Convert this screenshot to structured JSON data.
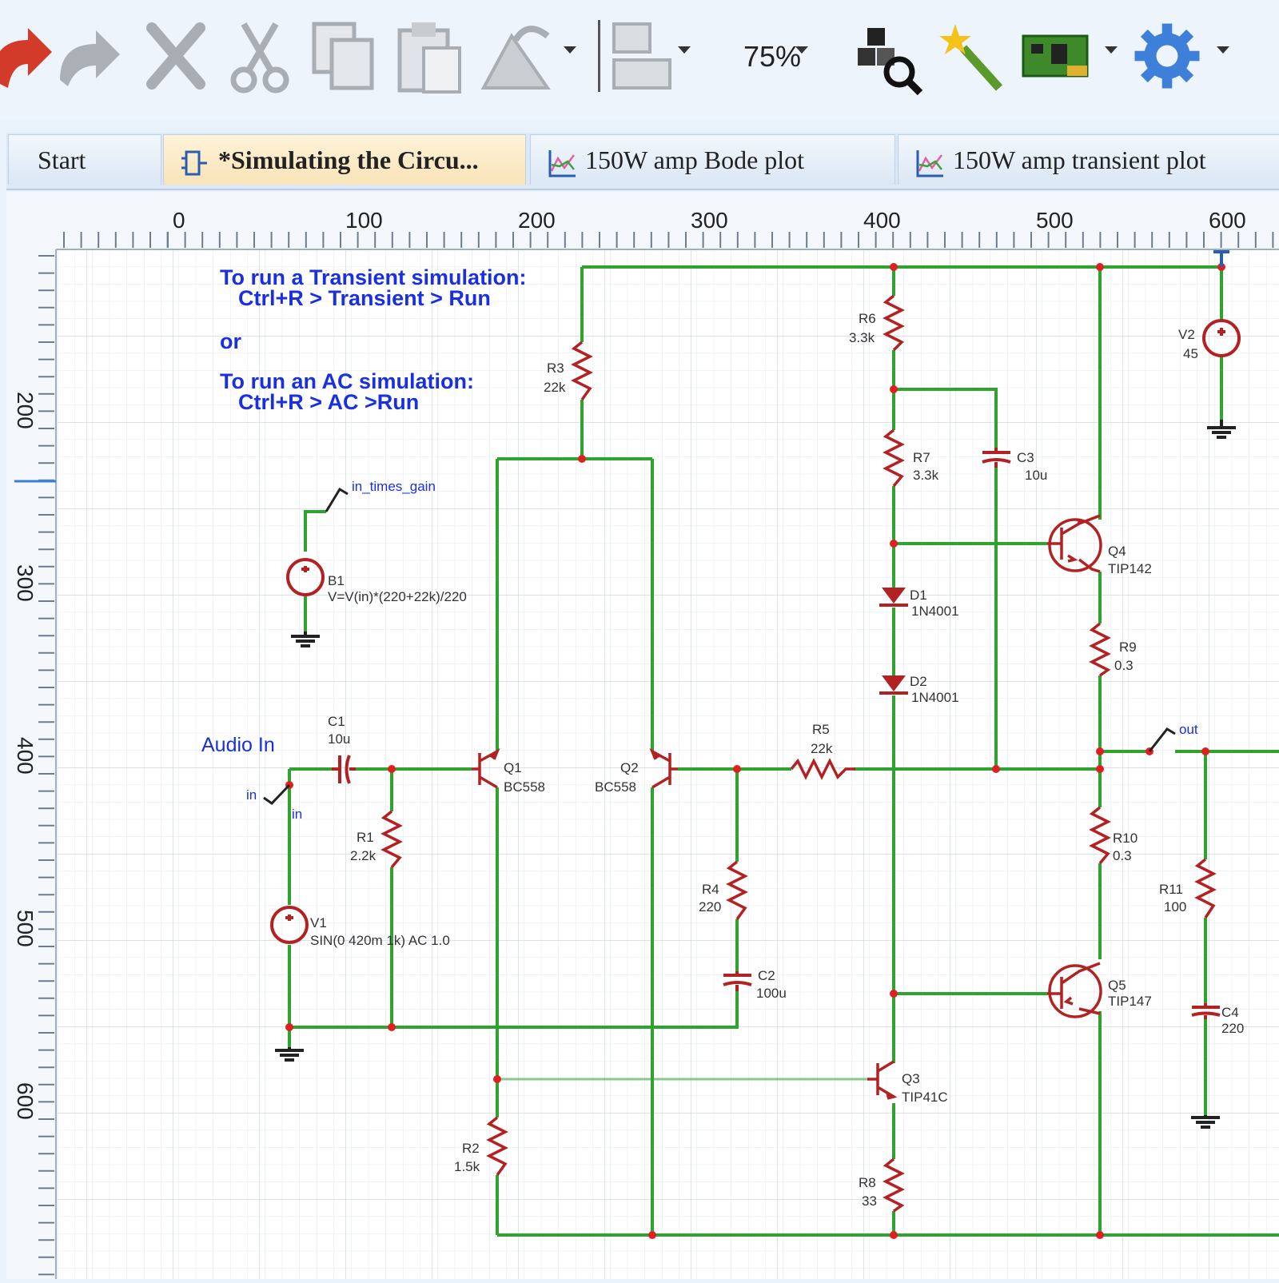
{
  "toolbar": {
    "zoom_label": "75%",
    "icons": [
      "redo-icon",
      "redo-alt-icon",
      "delete-icon",
      "cut-icon",
      "copy-icon",
      "paste-icon",
      "erase-icon",
      "align-icon",
      "component-search-icon",
      "wizard-icon",
      "pcb-icon",
      "settings-icon"
    ]
  },
  "tabs": [
    {
      "label": "Start"
    },
    {
      "label": "*Simulating the Circu..."
    },
    {
      "label": "150W amp Bode plot"
    },
    {
      "label": "150W amp transient plot"
    }
  ],
  "ruler": {
    "top": [
      "0",
      "100",
      "200",
      "300",
      "400",
      "500",
      "600"
    ],
    "left": [
      "200",
      "300",
      "400",
      "500",
      "600"
    ]
  },
  "notes": {
    "line1": "To run a Transient simulation:",
    "line2": "Ctrl+R > Transient > Run",
    "line3": "or",
    "line4": "To run an AC simulation:",
    "line5": "Ctrl+R > AC >Run"
  },
  "labels": {
    "audio_in": "Audio In",
    "in_times_gain": "in_times_gain",
    "in_net": "in",
    "in_net2": "in",
    "out_net": "out"
  },
  "parts": {
    "R1": {
      "ref": "R1",
      "val": "2.2k"
    },
    "R2": {
      "ref": "R2",
      "val": "1.5k"
    },
    "R3": {
      "ref": "R3",
      "val": "22k"
    },
    "R4": {
      "ref": "R4",
      "val": "220"
    },
    "R5": {
      "ref": "R5",
      "val": "22k"
    },
    "R6": {
      "ref": "R6",
      "val": "3.3k"
    },
    "R7": {
      "ref": "R7",
      "val": "3.3k"
    },
    "R8": {
      "ref": "R8",
      "val": "33"
    },
    "R9": {
      "ref": "R9",
      "val": "0.3"
    },
    "R10": {
      "ref": "R10",
      "val": "0.3"
    },
    "R11": {
      "ref": "R11",
      "val": "100"
    },
    "C1": {
      "ref": "C1",
      "val": "10u"
    },
    "C2": {
      "ref": "C2",
      "val": "100u"
    },
    "C3": {
      "ref": "C3",
      "val": "10u"
    },
    "C4": {
      "ref": "C4",
      "val": "220"
    },
    "Q1": {
      "ref": "Q1",
      "val": "BC558"
    },
    "Q2": {
      "ref": "Q2",
      "val": "BC558"
    },
    "Q3": {
      "ref": "Q3",
      "val": "TIP41C"
    },
    "Q4": {
      "ref": "Q4",
      "val": "TIP142"
    },
    "Q5": {
      "ref": "Q5",
      "val": "TIP147"
    },
    "D1": {
      "ref": "D1",
      "val": "1N4001"
    },
    "D2": {
      "ref": "D2",
      "val": "1N4001"
    },
    "V1": {
      "ref": "V1",
      "val": "SIN(0 420m 1k) AC 1.0"
    },
    "V2": {
      "ref": "V2",
      "val": "45"
    },
    "B1": {
      "ref": "B1",
      "val": "V=V(in)*(220+22k)/220"
    }
  }
}
